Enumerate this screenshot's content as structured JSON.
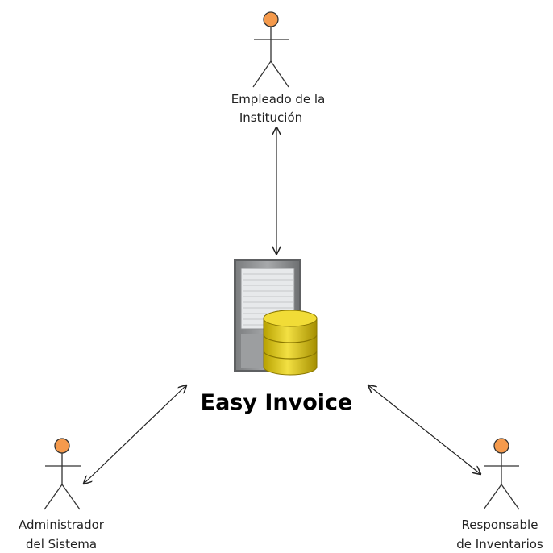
{
  "system": {
    "title": "Easy Invoice",
    "icon": "server-database-icon"
  },
  "actors": {
    "top": {
      "line1": "Empleado de la",
      "line2": "Institución",
      "icon": "actor-icon"
    },
    "left": {
      "line1": "Administrador",
      "line2": "del Sistema",
      "icon": "actor-icon"
    },
    "right": {
      "line1": "Responsable",
      "line2": "de Inventarios",
      "icon": "actor-icon"
    }
  },
  "colors": {
    "actor_head": "#f59a4c",
    "server": "#8d8f91",
    "database": "#e6cf1c"
  }
}
